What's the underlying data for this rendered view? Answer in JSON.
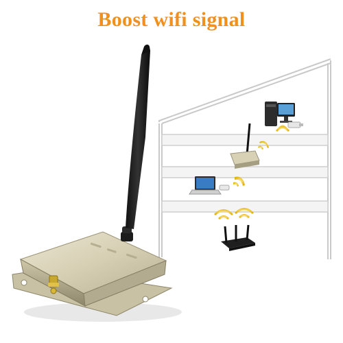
{
  "headline": "Boost wifi signal",
  "colors": {
    "headline": "#f0901e",
    "house_lines": "#c8c8c8",
    "wifi_waves": "#f2cc2a",
    "amplifier_body": "#d9d2b8",
    "antenna": "#1a1a1a"
  },
  "scene": {
    "floors": 3,
    "devices": [
      "desktop-computer",
      "usb-wifi-adapter",
      "signal-amplifier",
      "laptop",
      "wifi-router"
    ],
    "product": "wifi-signal-booster-with-antenna"
  }
}
